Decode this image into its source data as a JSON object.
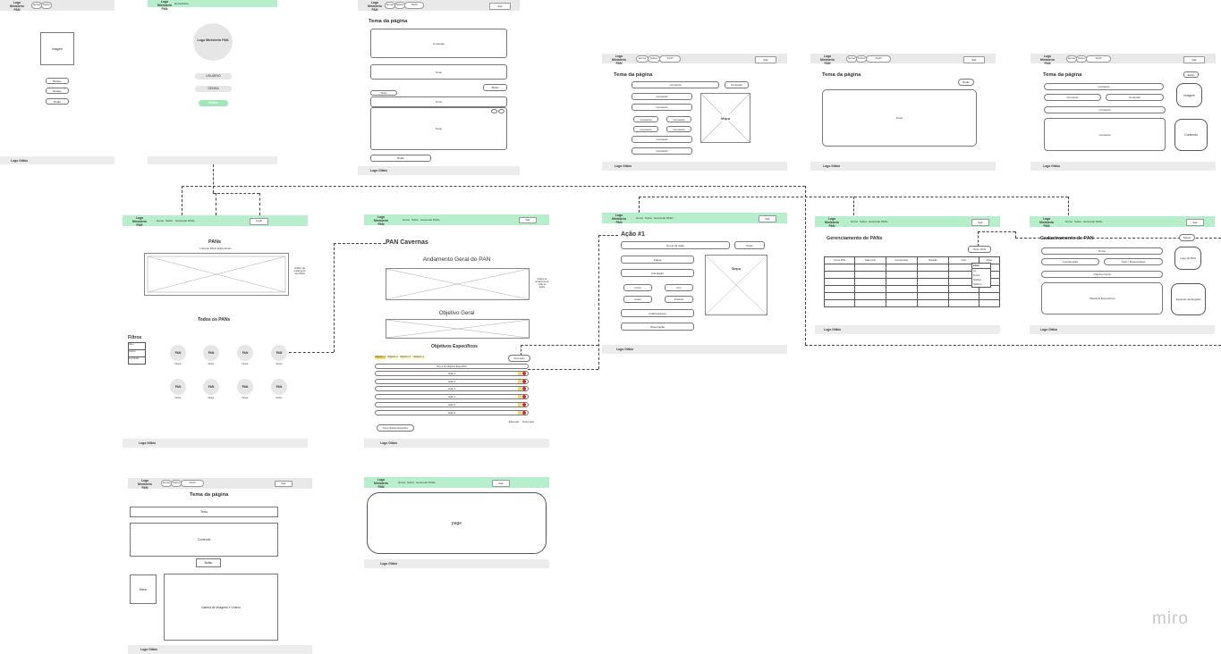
{
  "logo": "Logo Ministerio\nPAN",
  "footer_logo": "Logo Gitbio",
  "common": {
    "nav_home": "Home",
    "nav_sobre": "Sobre",
    "nav_gerenciar": "Gerenciar PANs",
    "btn_sair": "Sair",
    "btn_login": "Login",
    "btn_perfil": "Perfil",
    "btn_cadastrar": "Cadastrar",
    "tema": "Tema da página",
    "conteudo": "Conteúdo",
    "texto": "Texto",
    "imagem": "Imagem",
    "mapa": "Mapa",
    "botao": "Botão",
    "botoes": "Botões"
  },
  "login": {
    "logo_circle": "Logo Ministerio PAN",
    "usuario": "USUÁRIO",
    "senha": "SENHA",
    "entrar": "Entrar"
  },
  "home_pans": {
    "title": "PANs",
    "subtitle": "Lista de PANs Disponíveis",
    "side_note": "Gráfico de andamento dos PANs",
    "todos": "Todos os PANs",
    "filtros": "Filtros",
    "filtro_items": [
      "Ativo",
      "Inativo",
      "Concluído"
    ],
    "pan_items": [
      {
        "icon": "PAN",
        "label": "Nome"
      },
      {
        "icon": "PAN",
        "label": "Nome"
      },
      {
        "icon": "PAN",
        "label": "Nome"
      },
      {
        "icon": "PAN",
        "label": "Nome"
      },
      {
        "icon": "PAN",
        "label": "Nome"
      },
      {
        "icon": "PAN",
        "label": "Nome"
      },
      {
        "icon": "PAN",
        "label": "Nome"
      },
      {
        "icon": "PAN",
        "label": "Nome"
      }
    ]
  },
  "pan_cavernas": {
    "title": "PAN Cavernas",
    "andamento": "Andamento Geral do PAN",
    "andamento_note": "Gráfico de andamento de todas as ações",
    "objetivo_geral": "Objetivo Geral",
    "objetivos_especificos": "Objetivos Específicos",
    "tabs": [
      "Objetivo 1",
      "Objetivo 2",
      "Objetivo 3",
      "Objetivo 4"
    ],
    "nova_acao": "Nova ação",
    "objetivo_row": "Nome do Objetivo Específico",
    "acoes": [
      "Ação 1",
      "Ação 2",
      "Ação 3",
      "Ação 4",
      "Ação 5",
      "Ação 6"
    ],
    "add_objetivo": "Novo Objetivo Específico",
    "editar": "Editar ação",
    "excluir": "Excluir ação"
  },
  "acao": {
    "title": "Ação #1",
    "nome": "Nome da Ação",
    "status": "Status",
    "articulador": "Articulador",
    "colaboradores": "Colaboradores",
    "inicio": "Início",
    "fim": "Fim",
    "custo": "Custo",
    "produto": "Produto",
    "observacao": "Observação",
    "prazo": "Prazo",
    "mapa": "Mapa"
  },
  "gerenciamento": {
    "title": "Gerenciamento de PANs",
    "novo": "Novo PAN",
    "columns": [
      "Nome PAN",
      "Data início",
      "Coordenador",
      "Situação",
      "Ciclo",
      "Ações"
    ],
    "dropdown": [
      "Editar",
      "Ver",
      "Excluir",
      "Duplicar",
      "Histórico"
    ]
  },
  "cadastramento": {
    "title": "Cadastramento de PAN",
    "salvar": "Salvar",
    "nome": "Nome",
    "coordenador": "Coordenador",
    "ciclo": "Ciclo / Responsável",
    "objetivo_geral": "Objetivo Geral",
    "objetivos_especificos": "Objetivos Específicos",
    "logo": "Logo do PAN",
    "especies": "Espécies abrangidas"
  },
  "bottom_left": {
    "texto": "Texto",
    "conteudo": "Conteúdo",
    "botao": "Botão",
    "menu": "Menu",
    "galeria": "Galeria de Imagens e Vídeos"
  },
  "page_frame": {
    "label": "page"
  },
  "watermark": "miro"
}
